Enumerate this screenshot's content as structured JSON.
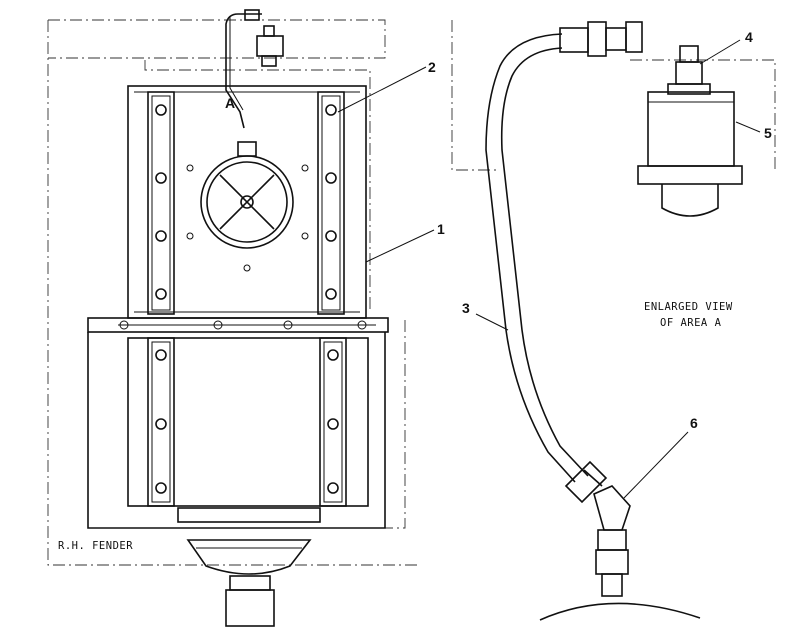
{
  "labels": {
    "callout_1": "1",
    "callout_2": "2",
    "callout_3": "3",
    "callout_4": "4",
    "callout_5": "5",
    "callout_6": "6",
    "area_marker": "A",
    "enlarged_line1": "ENLARGED VIEW",
    "enlarged_line2": "OF AREA A",
    "fender": "R.H. FENDER"
  },
  "colors": {
    "ink": "#111111",
    "paper": "#ffffff"
  }
}
